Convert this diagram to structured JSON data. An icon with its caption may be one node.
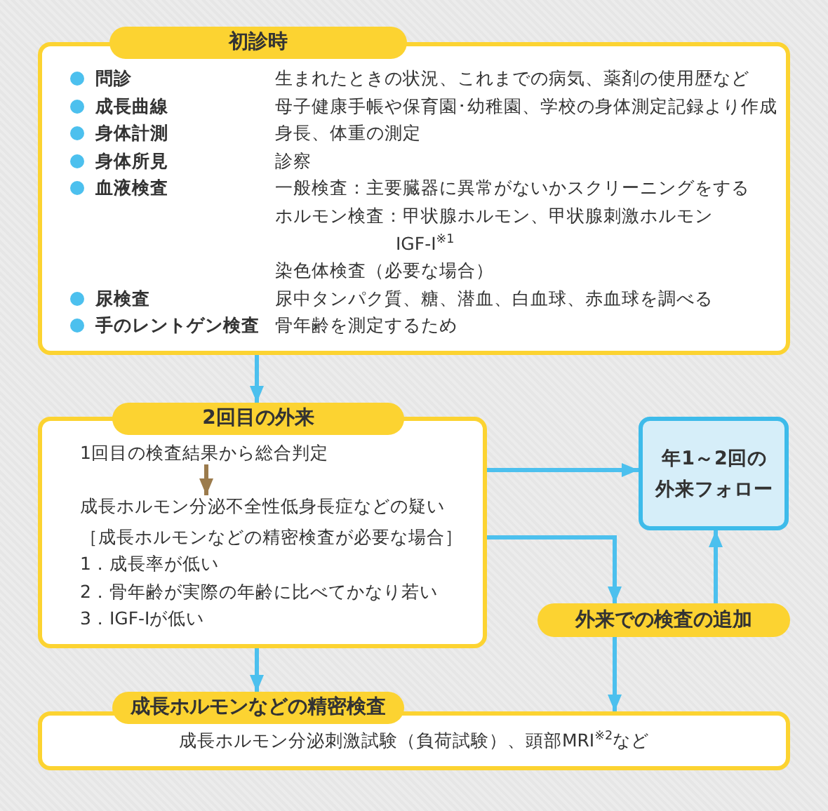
{
  "diagram": {
    "nodes": [
      {
        "text": [
          "初診時"
        ]
      },
      {
        "text": [
          "問診",
          "生まれたときの状況、これまでの病気、薬剤の使用歴など",
          "成長曲線",
          "母子健康手帳や保育園･幼稚園、学校の身体測定記録より作成",
          "身体計測",
          "身長、体重の測定",
          "身体所見",
          "診察",
          "血液検査",
          "一般検査：主要臓器に異常がないかスクリーニングをする",
          "ホルモン検査：甲状腺ホルモン、甲状腺刺激ホルモン",
          "IGF-I$^{※1}$",
          "染色体検査（必要な場合）",
          "尿検査",
          "尿中タンパク質、糖、潜血、白血球、赤血球を調べる",
          "手のレントゲン検査",
          "骨年齢を測定するため"
        ]
      },
      {
        "text": [
          "2回目の外来"
        ]
      },
      {
        "text": [
          "［成長ホルモンなどの精密検査が必要な場合］",
          "1．成長率が低い",
          "2．骨年齢が実際の年齢に比べてかなり若い",
          "3．IGF-Iが低い"
        ]
      },
      {
        "text": [
          "1回目の検査結果から総合判定"
        ],
        "in": 3
      },
      {
        "text": [
          "成長ホルモン分泌不全性低身長症などの疑い"
        ],
        "in": 3
      },
      {
        "text": [
          "年1～2回の外来フォロー"
        ]
      },
      {
        "text": [
          "外来での検査の追加"
        ]
      },
      {
        "text": [
          "成長ホルモンなどの精密検査"
        ]
      },
      {
        "text": [
          "成長ホルモン分泌刺激試験（負荷試験）、頭部MRI$^{※2}$など"
        ]
      }
    ],
    "edges": [
      {
        "from": 1,
        "to": 2,
        "arrow": "to"
      },
      {
        "from": 3,
        "to": 6,
        "arrow": "to"
      },
      {
        "from": 3,
        "to": 7,
        "arrow": "to"
      },
      {
        "from": 7,
        "to": 9,
        "arrow": "to"
      },
      {
        "from": 7,
        "to": 6,
        "arrow": "to"
      },
      {
        "from": 3,
        "to": 8,
        "arrow": "to"
      },
      {
        "from": 4,
        "to": 5,
        "arrow": "to",
        "color": "#9b7b4c"
      }
    ]
  }
}
